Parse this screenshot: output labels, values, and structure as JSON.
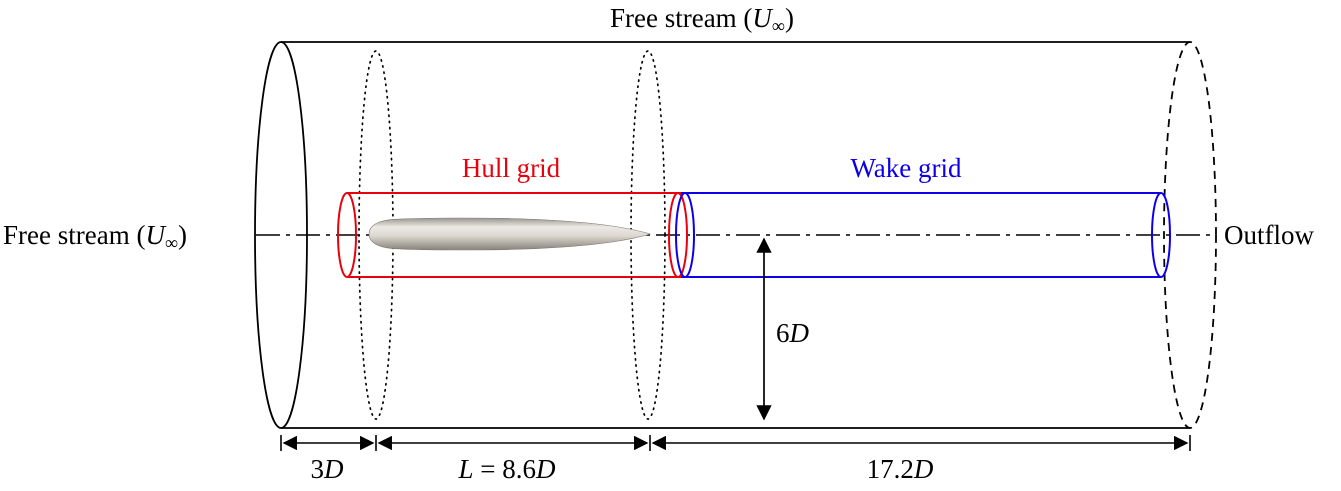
{
  "labels": {
    "free_stream": {
      "prefix": "Free stream (",
      "var": "U",
      "sub": "∞",
      "suffix": ")"
    },
    "outflow": "Outflow",
    "hull_grid": "Hull grid",
    "wake_grid": "Wake grid"
  },
  "dims": {
    "radius": {
      "num": "6",
      "var": "D"
    },
    "inlet": {
      "num": "3",
      "var": "D"
    },
    "hull": {
      "var1": "L",
      "mid": " = 8.6",
      "var2": "D"
    },
    "wake": {
      "num": "17.2",
      "var": "D"
    }
  },
  "colors": {
    "hull_grid": "#e8000d",
    "wake_grid": "#0d00e8",
    "outline": "#000000"
  }
}
